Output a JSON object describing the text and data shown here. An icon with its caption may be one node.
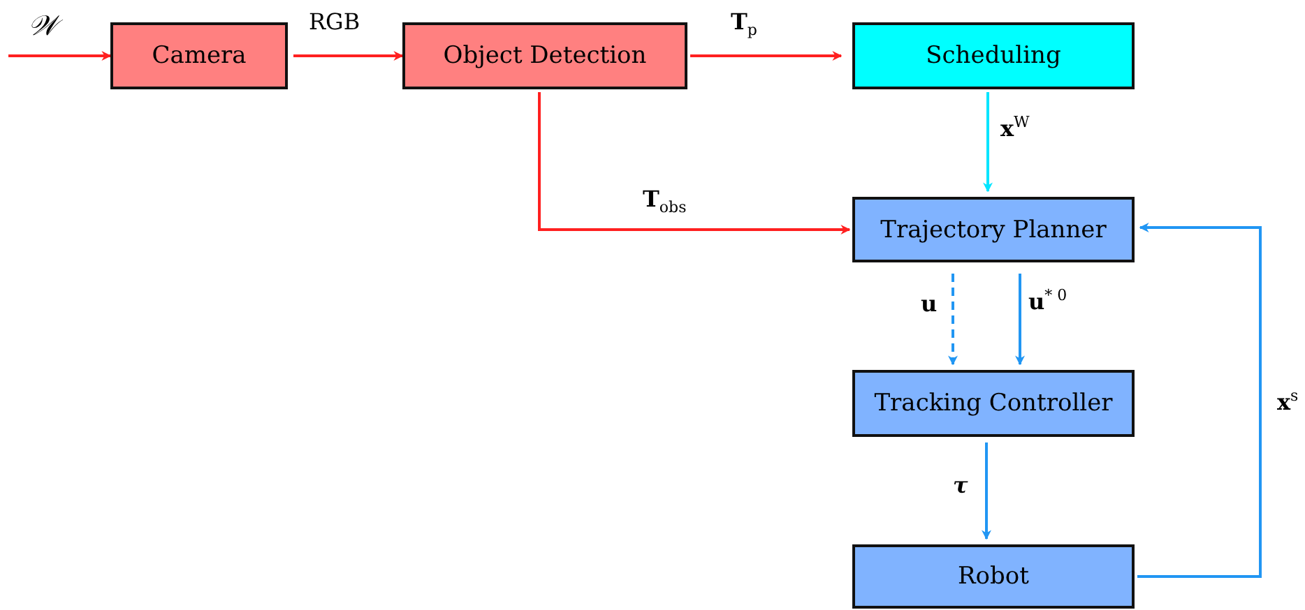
{
  "diagram": {
    "nodes": [
      {
        "text": [
          "Camera"
        ]
      },
      {
        "text": [
          "Object Detection"
        ]
      },
      {
        "text": [
          "Scheduling"
        ]
      },
      {
        "text": [
          "Trajectory Planner"
        ]
      },
      {
        "text": [
          "Tracking Controller"
        ]
      },
      {
        "text": [
          "Robot"
        ]
      }
    ],
    "edges": [
      {
        "from": null,
        "to": 0,
        "arrow": "to",
        "label": "𝒲",
        "color": "#ff2020"
      },
      {
        "from": 0,
        "to": 1,
        "arrow": "to",
        "label": "RGB",
        "color": "#ff2020"
      },
      {
        "from": 1,
        "to": 2,
        "arrow": "to",
        "label": "**T**$_{p}$",
        "color": "#ff2020"
      },
      {
        "from": 1,
        "to": 3,
        "arrow": "to",
        "label": "**T**$_{obs}$",
        "color": "#ff2020"
      },
      {
        "from": 2,
        "to": 3,
        "arrow": "to",
        "label": "**x**$^{W}$",
        "color": "#00e5ff"
      },
      {
        "from": 3,
        "to": 4,
        "arrow": "to",
        "label": "**u**",
        "style": "dashed",
        "color": "#2196f3"
      },
      {
        "from": 3,
        "to": 4,
        "arrow": "to",
        "label": "**u**$^{* 0}$",
        "color": "#2196f3"
      },
      {
        "from": 4,
        "to": 5,
        "arrow": "to",
        "label": "τ",
        "color": "#2196f3"
      },
      {
        "from": 5,
        "to": 3,
        "arrow": "to",
        "label": "**x**$^{s}$",
        "color": "#2196f3"
      }
    ]
  }
}
